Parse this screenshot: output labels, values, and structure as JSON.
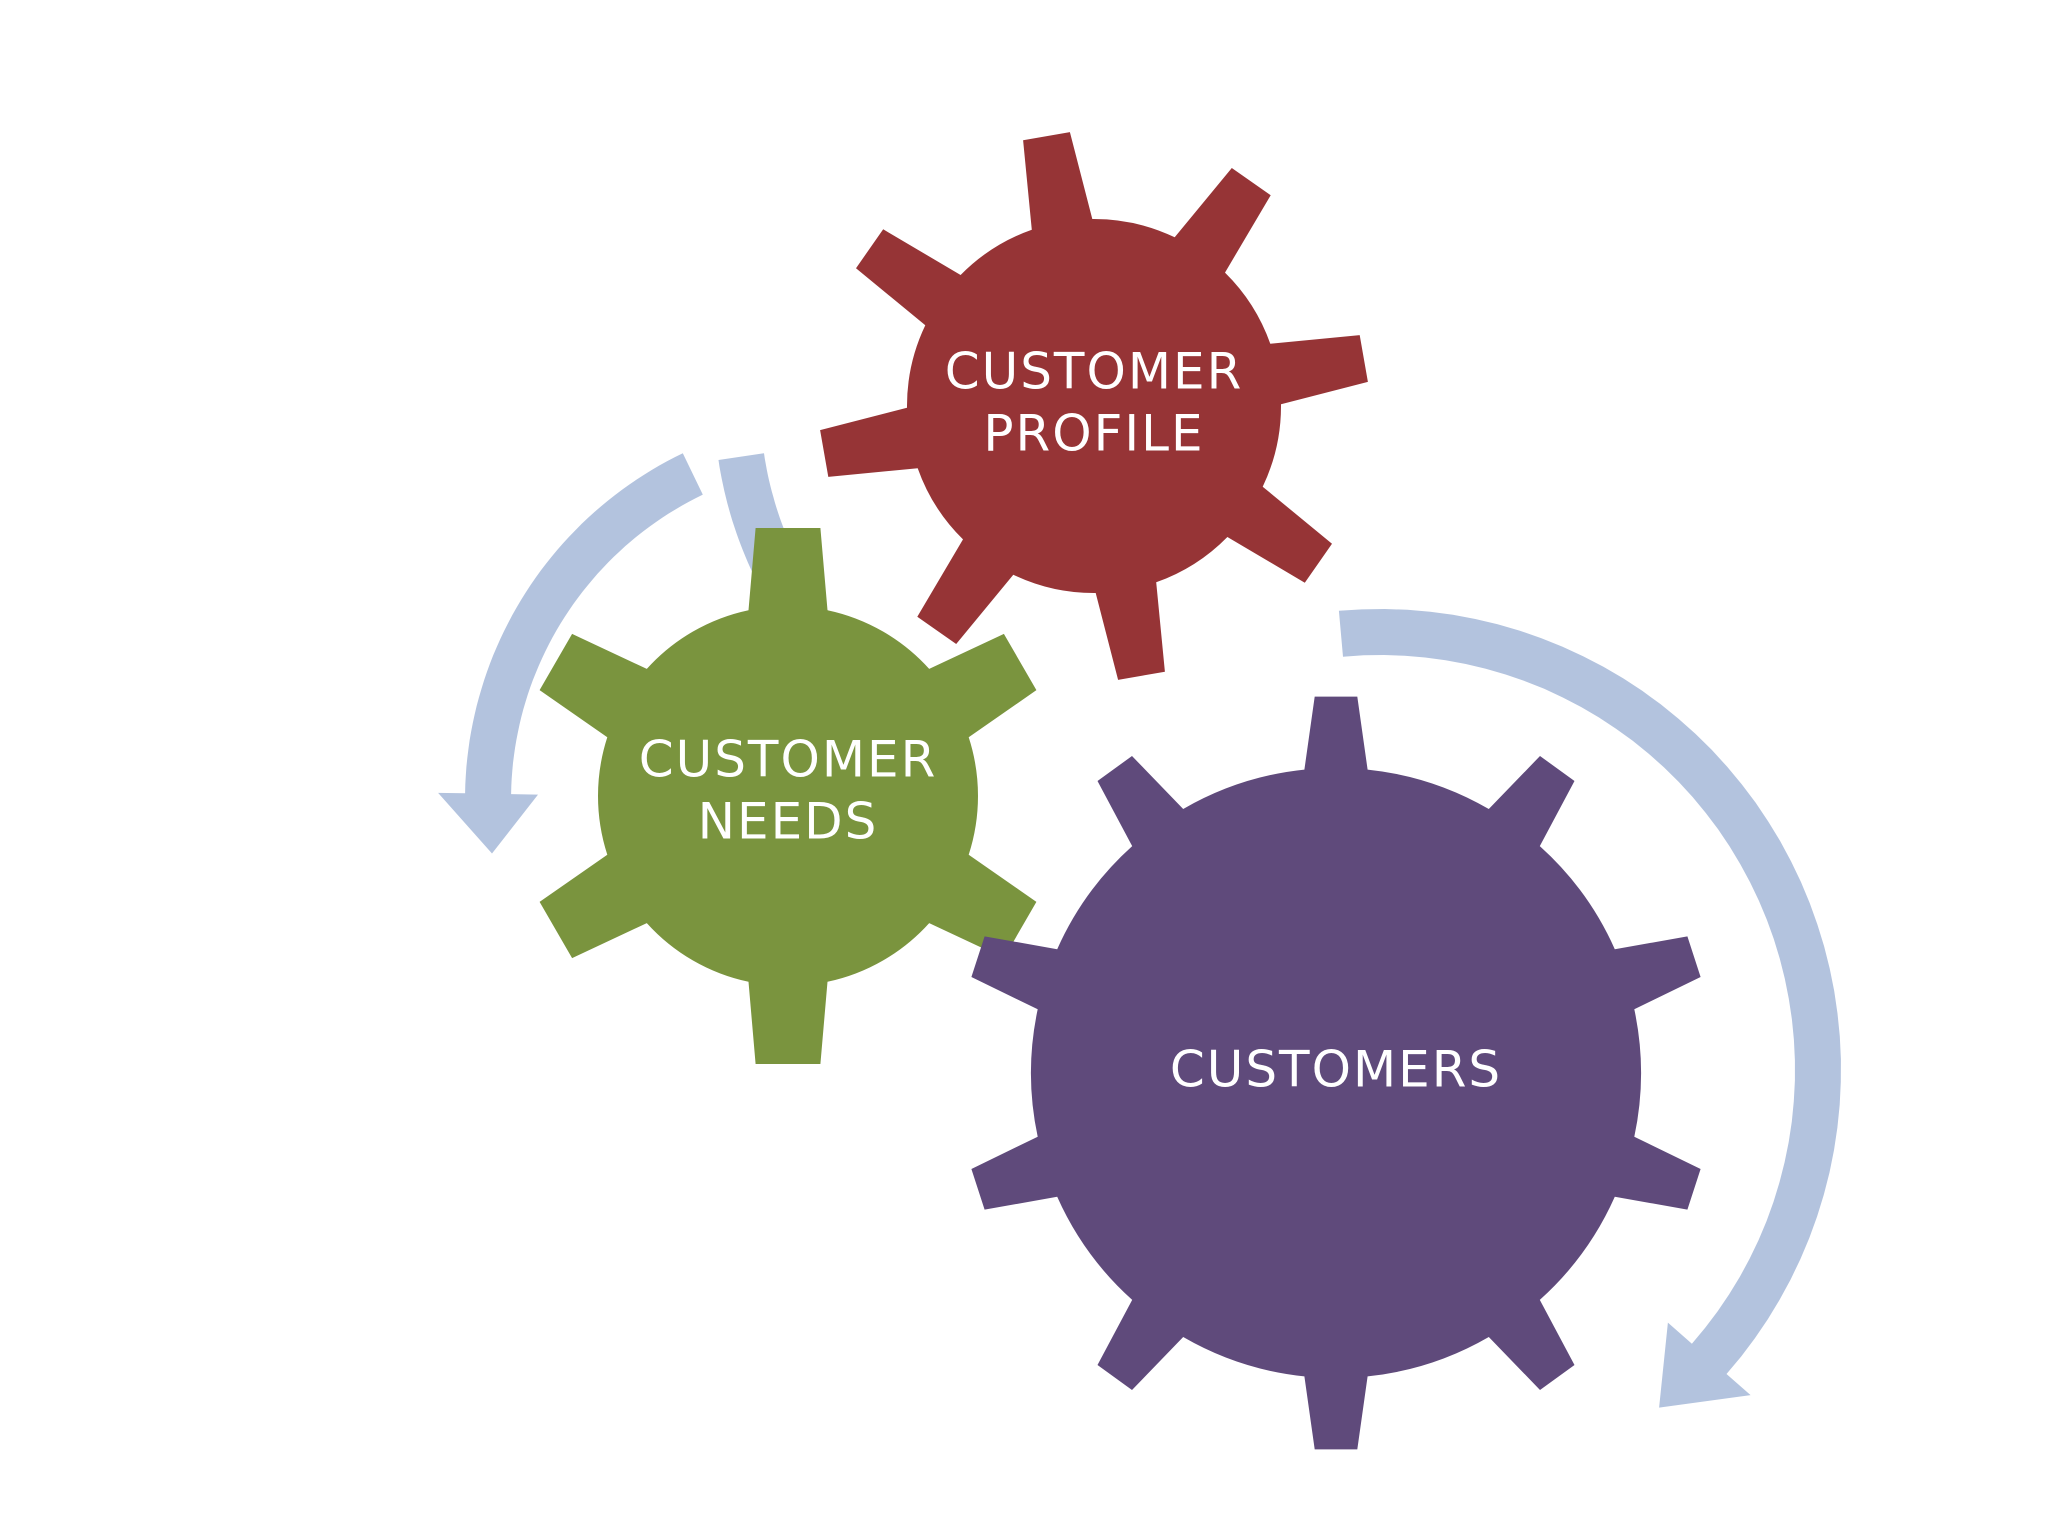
{
  "diagram": {
    "gears": [
      {
        "id": "customer-profile",
        "label_lines": [
          "CUSTOMER",
          "PROFILE"
        ],
        "color": "#963436"
      },
      {
        "id": "customer-needs",
        "label_lines": [
          "CUSTOMER",
          "NEEDS"
        ],
        "color": "#7a943e"
      },
      {
        "id": "customers",
        "label_lines": [
          "CUSTOMERS"
        ],
        "color": "#5f4a7b"
      }
    ],
    "arrow_color": "#b3c3de",
    "background": "#ffffff"
  }
}
